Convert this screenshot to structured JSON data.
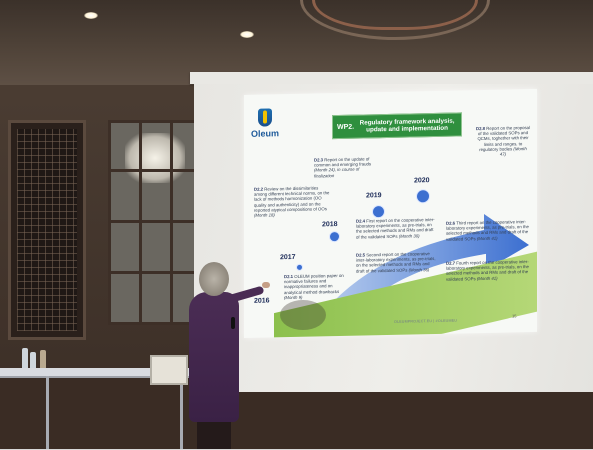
{
  "slide": {
    "logo_text": "Oleum",
    "title_prefix": "WP2.",
    "title": "Regulatory framework analysis, update and implementation",
    "years": [
      "2016",
      "2017",
      "2018",
      "2019",
      "2020"
    ],
    "milestones": {
      "d21": {
        "code": "D2.1",
        "text": "OLEUM position paper on normative failures and inappropriateness and on analytical method drawbacks",
        "month": "(Month 9)"
      },
      "d22": {
        "code": "D2.2",
        "text": "Review on the dissimilarities among different technical norms, on the lack of methods harmonization (OO quality and authenticity) and on the reported atypical compositions of OOs",
        "month": "(Month 18)"
      },
      "d23": {
        "code": "D2.3",
        "text": "Report on the update of common and emerging frauds",
        "month": "(Month 24), in course of finalization"
      },
      "d24": {
        "code": "D2.4",
        "text": "First report on the cooperative inter-laboratory experiments, as pre-trials, on the selected methods and RMs and draft of the validated SOPs",
        "month": "(Month 30)"
      },
      "d25": {
        "code": "D2.5",
        "text": "Second report on the cooperative inter-laboratory experiments, as pre-trials, on the selected methods and RMs and draft of the validated SOPs",
        "month": "(Month 36)"
      },
      "d26": {
        "code": "D2.6",
        "text": "Third report on the cooperative inter-laboratory experiments, as pre-trials, on the selected methods and RMs and draft of the validated SOPs",
        "month": "(Month 41)"
      },
      "d27": {
        "code": "D2.7",
        "text": "Fourth report on the cooperative inter-laboratory experiments, as pre-trials, on the selected methods and RMs and draft of the validated SOPs",
        "month": "(Month 41)"
      },
      "d28": {
        "code": "D2.8",
        "text": "Report on the proposal of the validated SOPs and QCMs, toghether with their limits and ranges, to regulatory bodies",
        "month": "(Month 47)"
      }
    },
    "footer": "OLEUMPROJECT.EU | #OLEUMEU",
    "page_number": "15"
  },
  "colors": {
    "title_box": "#2f8f3e",
    "arrow": "#3c6fd0",
    "wedge": "#8cc04d",
    "presenter_jacket": "#4b2d55",
    "wall": "#4b3d33"
  }
}
